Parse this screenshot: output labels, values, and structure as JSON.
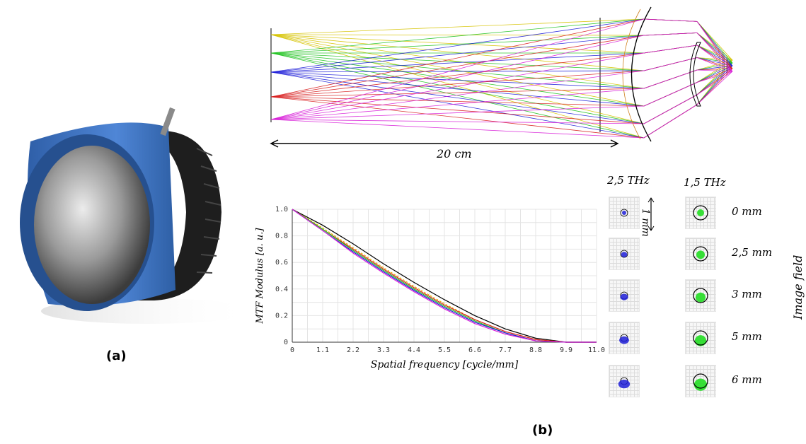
{
  "panel_a": {
    "label": "(a)"
  },
  "panel_b": {
    "label": "(b)"
  },
  "ray_trace": {
    "scale_label": "20 cm",
    "ray_colors": [
      "#d6c300",
      "#22c322",
      "#1f1fd8",
      "#d81f1f",
      "#d81fd8"
    ]
  },
  "chart_data": {
    "type": "line",
    "xlabel": "Spatial frequency [cycle/mm]",
    "ylabel": "MTF Modulus [a. u.]",
    "xlim": [
      0,
      11.0
    ],
    "ylim": [
      0,
      1.0
    ],
    "xticks": [
      "0",
      "1.1",
      "2.2",
      "3.3",
      "4.4",
      "5.5",
      "6.6",
      "7.7",
      "8.8",
      "9.9",
      "11.0"
    ],
    "yticks": [
      "0",
      "0.2",
      "0.4",
      "0.6",
      "0.8",
      "1.0"
    ],
    "grid": true,
    "x": [
      0,
      1.1,
      2.2,
      3.3,
      4.4,
      5.5,
      6.6,
      7.7,
      8.8,
      9.9,
      11.0
    ],
    "series": [
      {
        "color": "#000000",
        "values": [
          1.0,
          0.88,
          0.74,
          0.59,
          0.45,
          0.32,
          0.2,
          0.1,
          0.03,
          0.0,
          0.0
        ]
      },
      {
        "color": "#e6b800",
        "values": [
          1.0,
          0.86,
          0.71,
          0.56,
          0.42,
          0.29,
          0.17,
          0.08,
          0.02,
          0.0,
          0.0
        ]
      },
      {
        "color": "#d81f1f",
        "values": [
          1.0,
          0.85,
          0.7,
          0.55,
          0.41,
          0.28,
          0.17,
          0.08,
          0.02,
          0.0,
          0.0
        ]
      },
      {
        "color": "#22c322",
        "values": [
          1.0,
          0.85,
          0.69,
          0.54,
          0.4,
          0.27,
          0.16,
          0.07,
          0.01,
          0.0,
          0.0
        ]
      },
      {
        "color": "#1f1fd8",
        "values": [
          1.0,
          0.84,
          0.68,
          0.53,
          0.39,
          0.26,
          0.15,
          0.07,
          0.01,
          0.0,
          0.0
        ]
      },
      {
        "color": "#d81fd8",
        "values": [
          1.0,
          0.84,
          0.67,
          0.52,
          0.38,
          0.25,
          0.14,
          0.06,
          0.01,
          0.0,
          0.0
        ]
      }
    ]
  },
  "spot_diagrams": {
    "freq_left": "2,5 THz",
    "freq_right": "1,5 THz",
    "box_scale": "1 mm",
    "axis_label": "Image field",
    "fields": [
      "0 mm",
      "2,5 mm",
      "3 mm",
      "5 mm",
      "6 mm"
    ],
    "left_color": "#1f1fd8",
    "right_color": "#22dd22"
  }
}
